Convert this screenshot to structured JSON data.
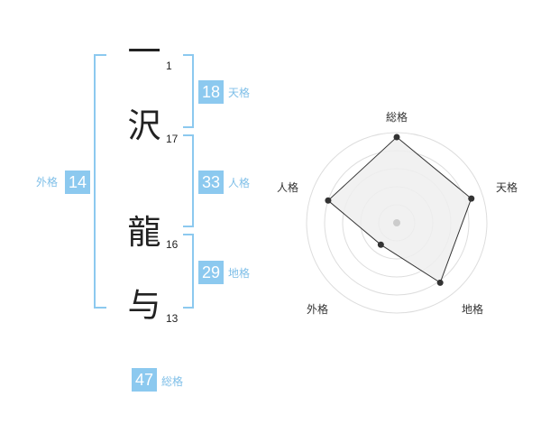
{
  "name": {
    "characters": [
      {
        "char": "一",
        "strokes": "1"
      },
      {
        "char": "沢",
        "strokes": "17"
      },
      {
        "char": "龍",
        "strokes": "16"
      },
      {
        "char": "与",
        "strokes": "13"
      }
    ]
  },
  "scores": {
    "tenkaku": {
      "value": "18",
      "label": "天格"
    },
    "jinkaku": {
      "value": "33",
      "label": "人格"
    },
    "chikaku": {
      "value": "29",
      "label": "地格"
    },
    "gaikaku": {
      "value": "14",
      "label": "外格"
    },
    "soukaku": {
      "value": "47",
      "label": "総格"
    }
  },
  "radar": {
    "axes": [
      "総格",
      "天格",
      "地格",
      "外格",
      "人格"
    ],
    "values": [
      0.95,
      0.87,
      0.82,
      0.3,
      0.8
    ],
    "line_color": "#333333",
    "fill_color": "#eeeeee",
    "ring_color": "#dddddd"
  },
  "accent_color": "#8cc9ef"
}
